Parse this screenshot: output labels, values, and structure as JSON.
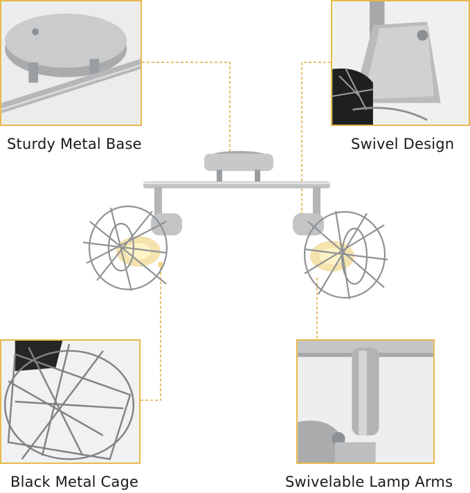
{
  "features": {
    "top_left": {
      "caption": "Sturdy Metal Base",
      "icon": "metal-base-closeup"
    },
    "top_right": {
      "caption": "Swivel Design",
      "icon": "swivel-head-closeup"
    },
    "bottom_left": {
      "caption": "Black Metal Cage",
      "icon": "metal-cage-closeup"
    },
    "bottom_right": {
      "caption": "Swivelable Lamp Arms",
      "icon": "lamp-arm-closeup"
    }
  },
  "colors": {
    "frame": "#e8b84a",
    "connector": "#e0a93a",
    "metal": "#b9bbbd",
    "metal_dark": "#8d9093"
  }
}
